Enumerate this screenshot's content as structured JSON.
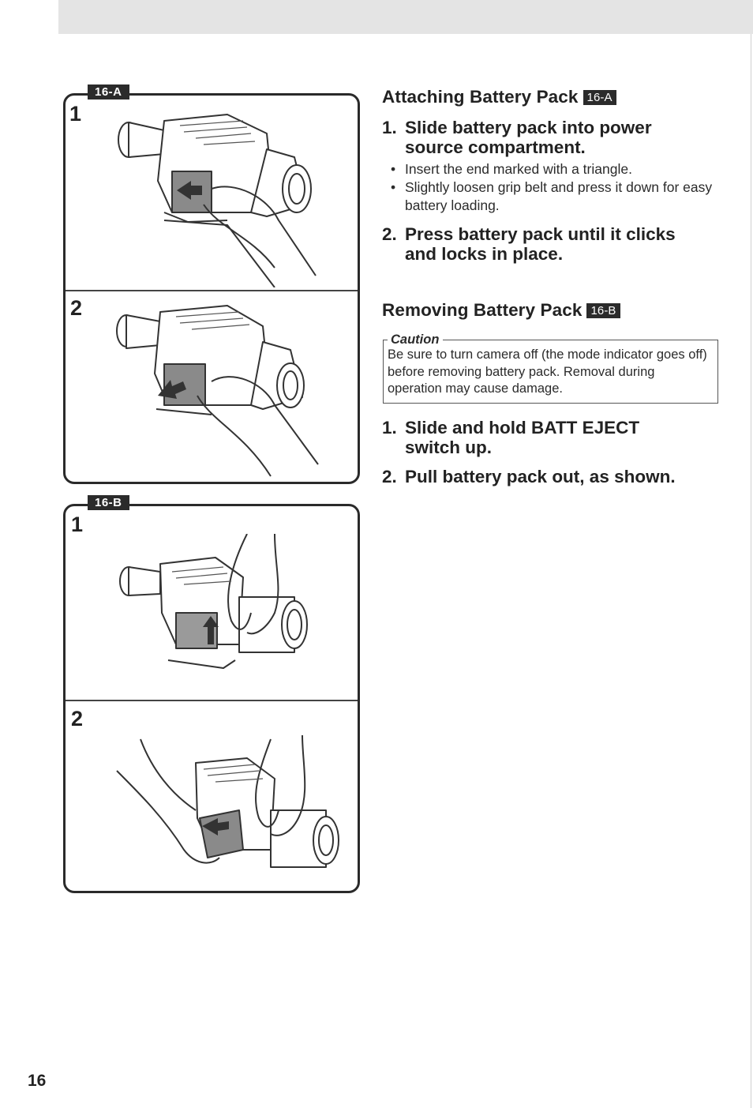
{
  "figures": {
    "a": {
      "tag": "16-A",
      "steps": [
        "1",
        "2"
      ]
    },
    "b": {
      "tag": "16-B",
      "steps": [
        "1",
        "2"
      ]
    }
  },
  "attaching": {
    "title": "Attaching Battery Pack",
    "ref": "16-A",
    "steps": [
      {
        "num": "1.",
        "lines": [
          "Slide battery pack into power",
          "source compartment."
        ],
        "bullets": [
          "Insert the end marked with a triangle.",
          "Slightly loosen grip belt and press it down for easy battery loading."
        ]
      },
      {
        "num": "2.",
        "lines": [
          "Press battery pack until it clicks",
          "and locks in place."
        ]
      }
    ]
  },
  "removing": {
    "title": "Removing Battery Pack",
    "ref": "16-B",
    "caution_title": "Caution",
    "caution_text": "Be sure to turn camera off (the mode indicator goes off) before removing battery pack. Removal during operation may cause damage.",
    "steps": [
      {
        "num": "1.",
        "lines": [
          "Slide and hold BATT EJECT",
          "switch up."
        ]
      },
      {
        "num": "2.",
        "lines": [
          "Pull battery pack out, as shown."
        ]
      }
    ]
  },
  "page_number": "16",
  "icons": {
    "illustration": "camcorder-with-hand-icon",
    "arrow": "insert-arrow-icon"
  }
}
